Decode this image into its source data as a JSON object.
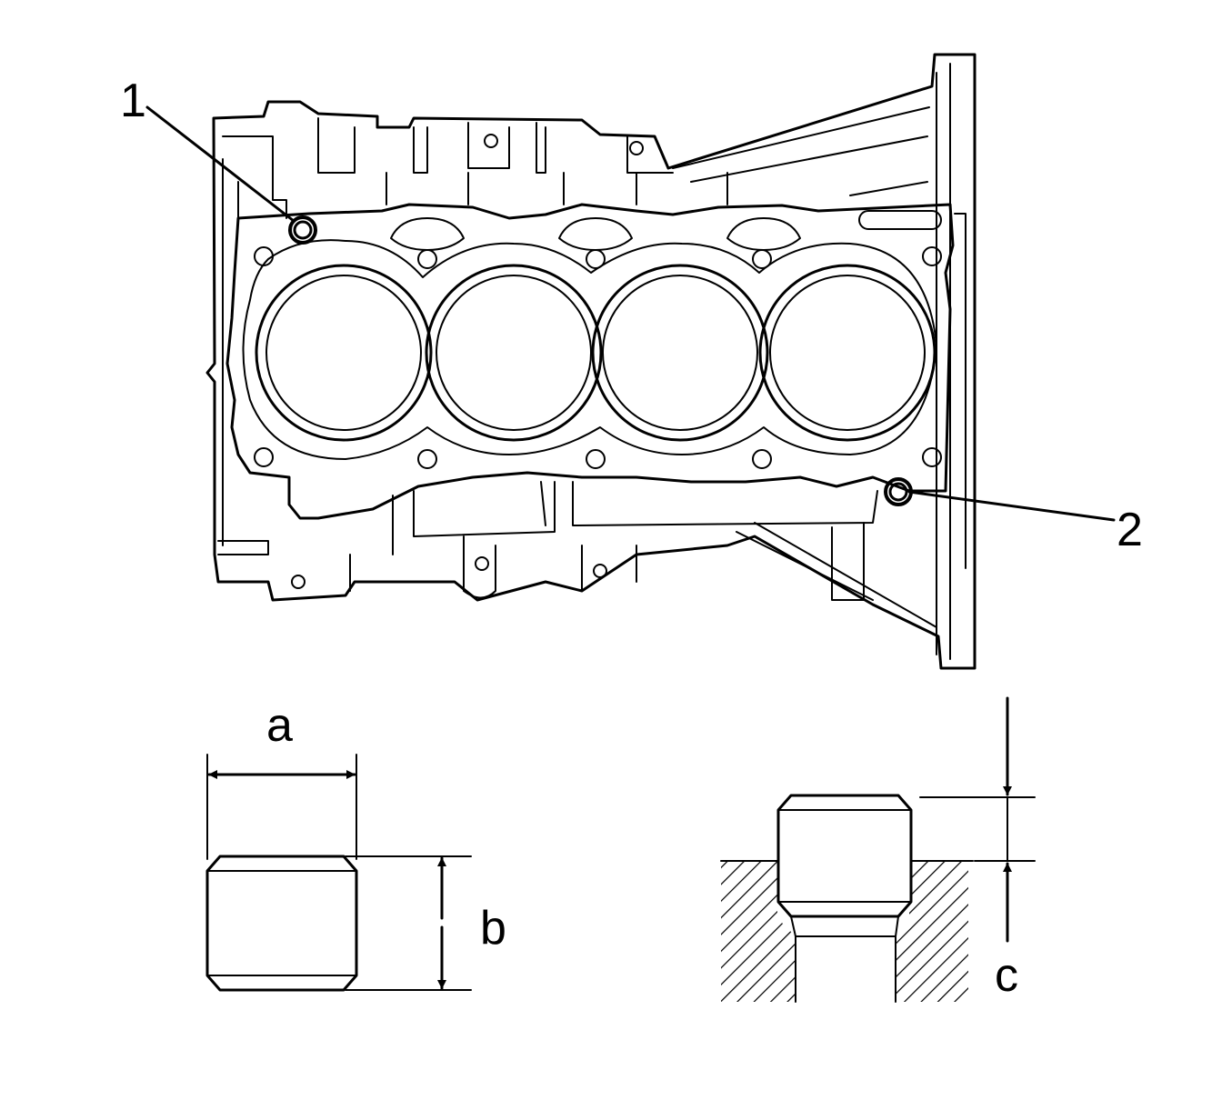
{
  "callouts": {
    "pin_1": "1",
    "pin_2": "2"
  },
  "dimensions": {
    "width_label": "a",
    "length_label": "b",
    "protrusion_label": "c"
  },
  "colors": {
    "line": "#000000",
    "background": "#ffffff"
  }
}
